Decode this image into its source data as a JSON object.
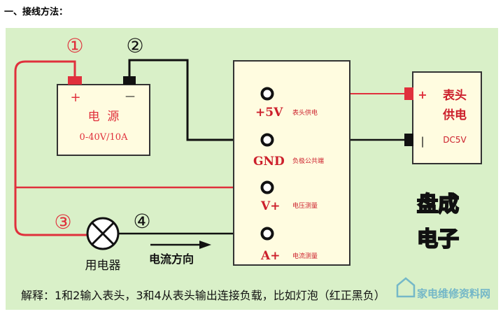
{
  "heading": "一、接线方法：",
  "markers": {
    "m1": "①",
    "m2": "②",
    "m3": "③",
    "m4": "④"
  },
  "power_supply": {
    "plus": "+",
    "minus": "—",
    "name": "电  源",
    "spec": "0-40V/10A"
  },
  "meter": {
    "terminals": [
      {
        "label": "+5V",
        "desc": "表头供电"
      },
      {
        "label": "GND",
        "desc": "负极公共端"
      },
      {
        "label": "V+",
        "desc": "电压测量"
      },
      {
        "label": "A+",
        "desc": "电流测量"
      }
    ]
  },
  "meter_supply": {
    "plus": "+",
    "minus": "|",
    "name1": "表头",
    "name2": "供电",
    "spec": "DC5V"
  },
  "load": {
    "name": "用电器"
  },
  "current_direction": "电流方向",
  "brand": {
    "line1": "盘成",
    "line2": "电子"
  },
  "explanation": "解释：1和2输入表头，3和4从表头输出连接负载，比如灯泡（红正黑负）",
  "watermark": "家电维修资料网",
  "colors": {
    "background": "#d9f0c8",
    "red_wire": "#e0303c",
    "black_wire": "#111111",
    "box_fill": "#fffce0"
  }
}
